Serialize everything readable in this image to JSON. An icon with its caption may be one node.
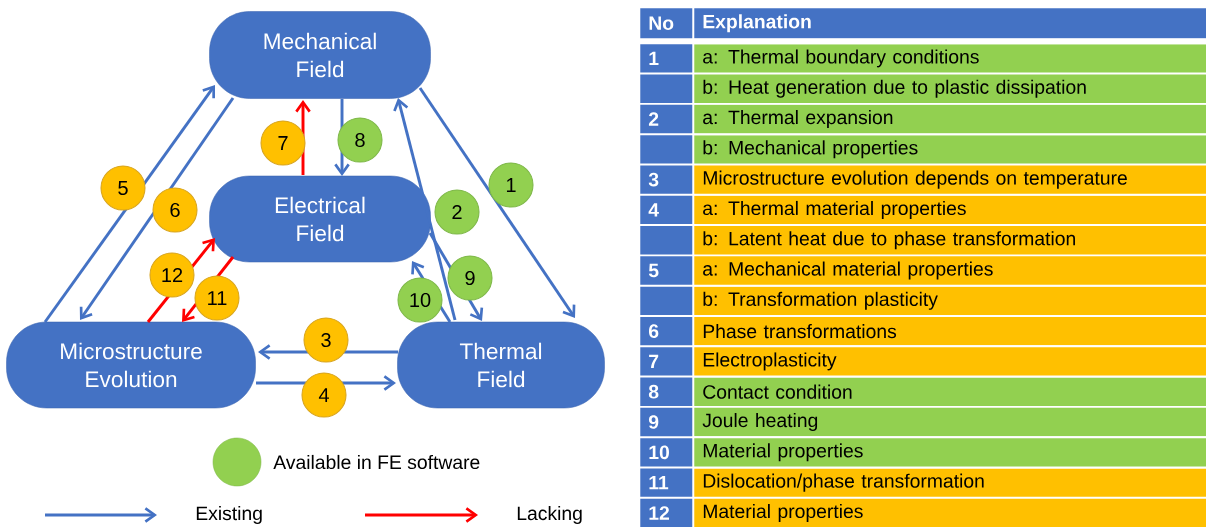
{
  "diagram": {
    "nodes": [
      {
        "text": [
          "Mechanical Field"
        ]
      },
      {
        "text": [
          "Electrical Field"
        ]
      },
      {
        "text": [
          "Microstructure Evolution"
        ]
      },
      {
        "text": [
          "Thermal Field"
        ]
      }
    ],
    "edges": [
      {
        "from": 0,
        "to": 3,
        "arrow": "to",
        "label": "1"
      },
      {
        "from": 3,
        "to": 0,
        "arrow": "to",
        "label": "2"
      },
      {
        "from": 3,
        "to": 2,
        "arrow": "to",
        "label": "3"
      },
      {
        "from": 2,
        "to": 3,
        "arrow": "to",
        "label": "4"
      },
      {
        "from": 2,
        "to": 0,
        "arrow": "to",
        "label": "5"
      },
      {
        "from": 0,
        "to": 2,
        "arrow": "to",
        "label": "6"
      },
      {
        "from": 1,
        "to": 0,
        "arrow": "to",
        "label": "7",
        "color": "#ff0000"
      },
      {
        "from": 0,
        "to": 1,
        "arrow": "to",
        "label": "8"
      },
      {
        "from": 1,
        "to": 3,
        "arrow": "to",
        "label": "9"
      },
      {
        "from": 3,
        "to": 1,
        "arrow": "to",
        "label": "10"
      },
      {
        "from": 1,
        "to": 2,
        "arrow": "to",
        "label": "11",
        "color": "#ff0000"
      },
      {
        "from": 2,
        "to": 1,
        "arrow": "to",
        "label": "12",
        "color": "#ff0000"
      }
    ],
    "labels": [
      "No",
      "Explanation",
      "1",
      "a: Thermal boundary conditions",
      "b: Heat generation due to plastic dissipation",
      "2",
      "a: Thermal expansion",
      "b: Mechanical properties",
      "3",
      "Microstructure evolution depends on temperature",
      "4",
      "a: Thermal material properties",
      "b: Latent heat due to phase transformation",
      "5",
      "a: Mechanical material properties",
      "b: Transformation plasticity",
      "6",
      "Phase transformations",
      "7",
      "Electroplasticity",
      "8",
      "Contact condition",
      "9",
      "Joule heating",
      "10",
      "Material properties",
      "11",
      "Dislocation/phase transformation",
      "12",
      "Material properties"
    ],
    "legend": [
      {
        "text": "Available in FE software",
        "color": "#92d050"
      },
      {
        "text": "Existing"
      },
      {
        "text": "Lacking"
      }
    ]
  }
}
